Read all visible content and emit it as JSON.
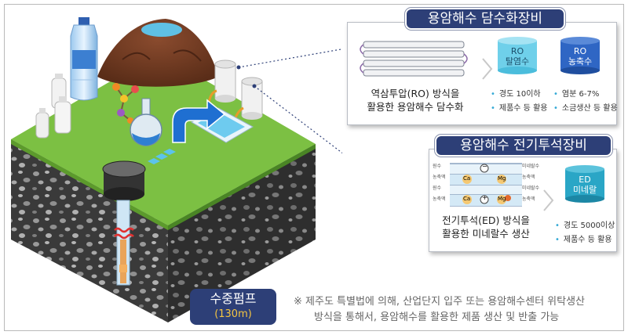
{
  "ro_panel": {
    "title": "용암해수 담수화장비",
    "caption_line1": "역삼투압(RO) 방식을",
    "caption_line2": "활용한 용암해수 담수화",
    "products": [
      {
        "label_line1": "RO",
        "label_line2": "탈염수",
        "color": "#6fd0ea"
      },
      {
        "label_line1": "RO",
        "label_line2": "농축수",
        "color": "#2f66c4"
      }
    ],
    "bullets": [
      "경도 10이하",
      "제품수 등 활용",
      "염분 6-7%",
      "소금생산 등 활용"
    ]
  },
  "ed_panel": {
    "title": "용암해수 전기투석장비",
    "caption_line1": "전기투석(ED) 방식을",
    "caption_line2": "활용한 미네랄수 생산",
    "product": {
      "label_line1": "ED",
      "label_line2": "미네랄",
      "color": "#2aa6c6"
    },
    "bullets": [
      "경도 5000이상",
      "제품수 등 활용"
    ],
    "cell_labels": {
      "ca": "Ca",
      "mg": "Mg",
      "minus": "−",
      "plus": "+",
      "row_labels": [
        "원수",
        "농축액",
        "원수",
        "농축액"
      ],
      "row_labels_right": [
        "미네랄수",
        "농축액",
        "미네랄수",
        "농축액"
      ]
    }
  },
  "pump": {
    "label": "수중펌프",
    "depth": "(130m)"
  },
  "note": {
    "line1": "※ 제주도 특별법에 의해, 산업단지 입주 또는 용암해수센터 위탁생산",
    "line2": "방식을 통해서, 용암해수를 활용한 제품 생산 및 반출 가능"
  },
  "colors": {
    "navy": "#2d3f77",
    "grass": "#7cc043",
    "ground": "#3d3d3d",
    "water_blue": "#1f6fd1",
    "accent_cyan": "#34a9d6"
  }
}
